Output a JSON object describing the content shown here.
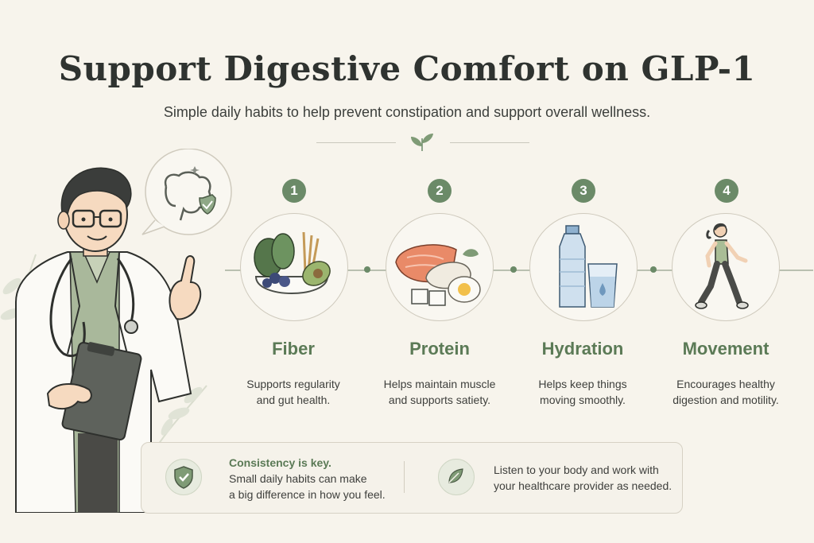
{
  "header": {
    "title": "Support Digestive Comfort on GLP-1",
    "subtitle": "Simple daily habits to help prevent constipation and support overall wellness."
  },
  "steps": [
    {
      "number": "1",
      "title": "Fiber",
      "description_line1": "Supports regularity",
      "description_line2": "and gut health.",
      "icon": "salad-bowl-icon"
    },
    {
      "number": "2",
      "title": "Protein",
      "description_line1": "Helps maintain muscle",
      "description_line2": "and supports satiety.",
      "icon": "protein-foods-icon"
    },
    {
      "number": "3",
      "title": "Hydration",
      "description_line1": "Helps keep things",
      "description_line2": "moving smoothly.",
      "icon": "water-bottle-glass-icon"
    },
    {
      "number": "4",
      "title": "Movement",
      "description_line1": "Encourages healthy",
      "description_line2": "digestion and motility.",
      "icon": "walking-person-icon"
    }
  ],
  "footer": {
    "consistency_title": "Consistency is key.",
    "consistency_line1": "Small daily habits can make",
    "consistency_line2": "a big difference in how you feel.",
    "listen_line1": "Listen to your body and work with",
    "listen_line2": "your healthcare provider as needed."
  },
  "colors": {
    "background": "#f7f4ec",
    "accent_green": "#6b8a68",
    "title_dark": "#2f3330"
  }
}
